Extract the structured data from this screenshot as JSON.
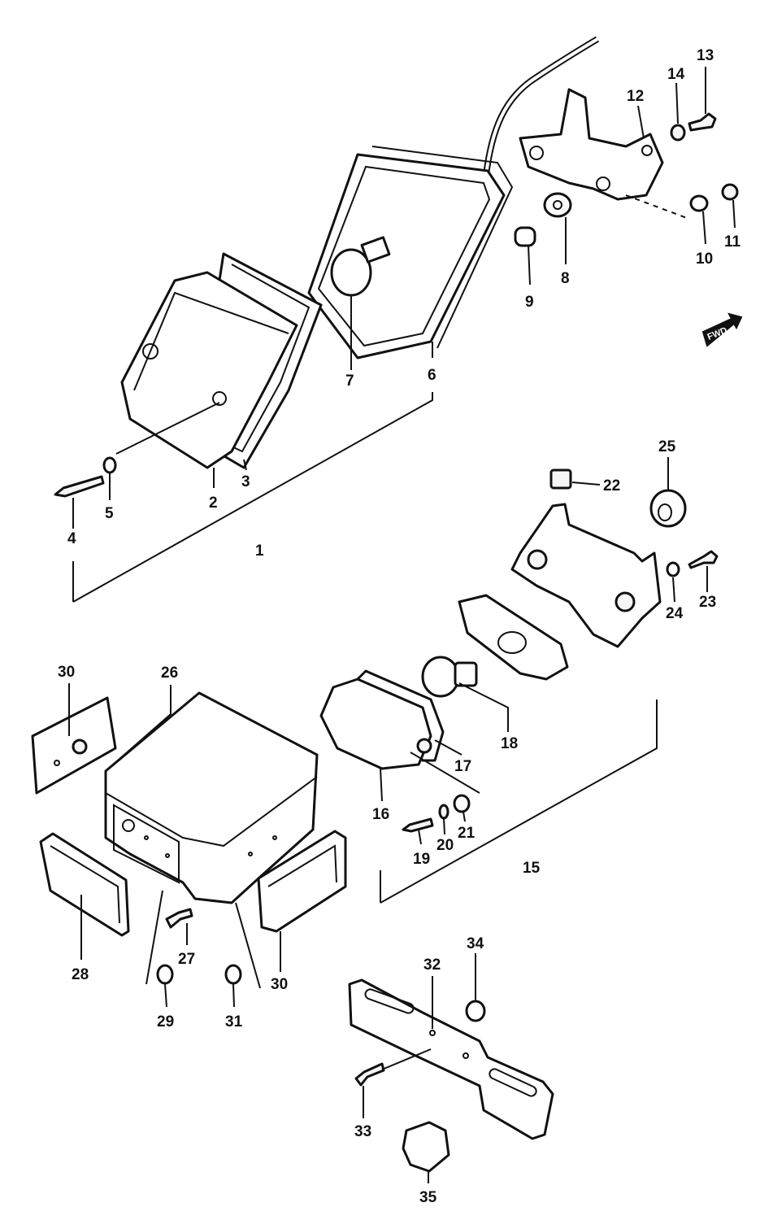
{
  "diagram": {
    "callouts": [
      "1",
      "2",
      "3",
      "4",
      "5",
      "6",
      "7",
      "8",
      "9",
      "10",
      "11",
      "12",
      "13",
      "14",
      "15",
      "16",
      "17",
      "18",
      "19",
      "20",
      "21",
      "22",
      "23",
      "24",
      "25",
      "26",
      "27",
      "28",
      "29",
      "30",
      "30",
      "31",
      "32",
      "33",
      "34",
      "35"
    ],
    "fwd_label": "FWD"
  }
}
